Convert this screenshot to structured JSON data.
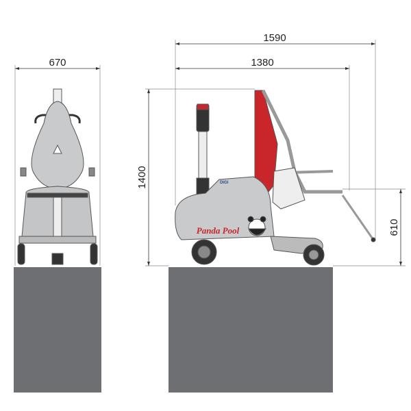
{
  "dimensions": {
    "front_width": "670",
    "total_length": "1590",
    "base_length": "1380",
    "height": "1400",
    "seat_height": "610"
  },
  "branding": {
    "logo_text": "Panda Pool",
    "badge_text": "DIGI"
  },
  "colors": {
    "block": "#6d6f72",
    "body": "#c9cacc",
    "accent": "#c8262b"
  }
}
